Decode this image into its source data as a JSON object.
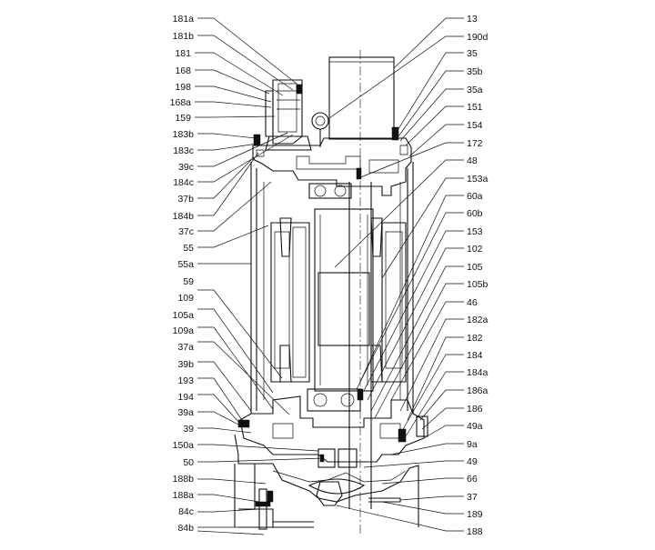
{
  "diagram": {
    "left_labels": [
      "181a",
      "181b",
      "181",
      "168",
      "198",
      "168a",
      "159",
      "183b",
      "183c",
      "39c",
      "184c",
      "37b",
      "184b",
      "37c",
      "55",
      "55a",
      "59",
      "109",
      "105a",
      "109a",
      "37a",
      "39b",
      "193",
      "194",
      "39a",
      "39",
      "150a",
      "50",
      "188b",
      "188a",
      "84c",
      "84b"
    ],
    "right_labels": [
      "13",
      "190d",
      "35",
      "35b",
      "35a",
      "151",
      "154",
      "172",
      "48",
      "153a",
      "60a",
      "60b",
      "153",
      "102",
      "105",
      "105b",
      "46",
      "182a",
      "182",
      "184",
      "184a",
      "186a",
      "186",
      "49a",
      "9a",
      "49",
      "66",
      "37",
      "189",
      "188"
    ]
  }
}
